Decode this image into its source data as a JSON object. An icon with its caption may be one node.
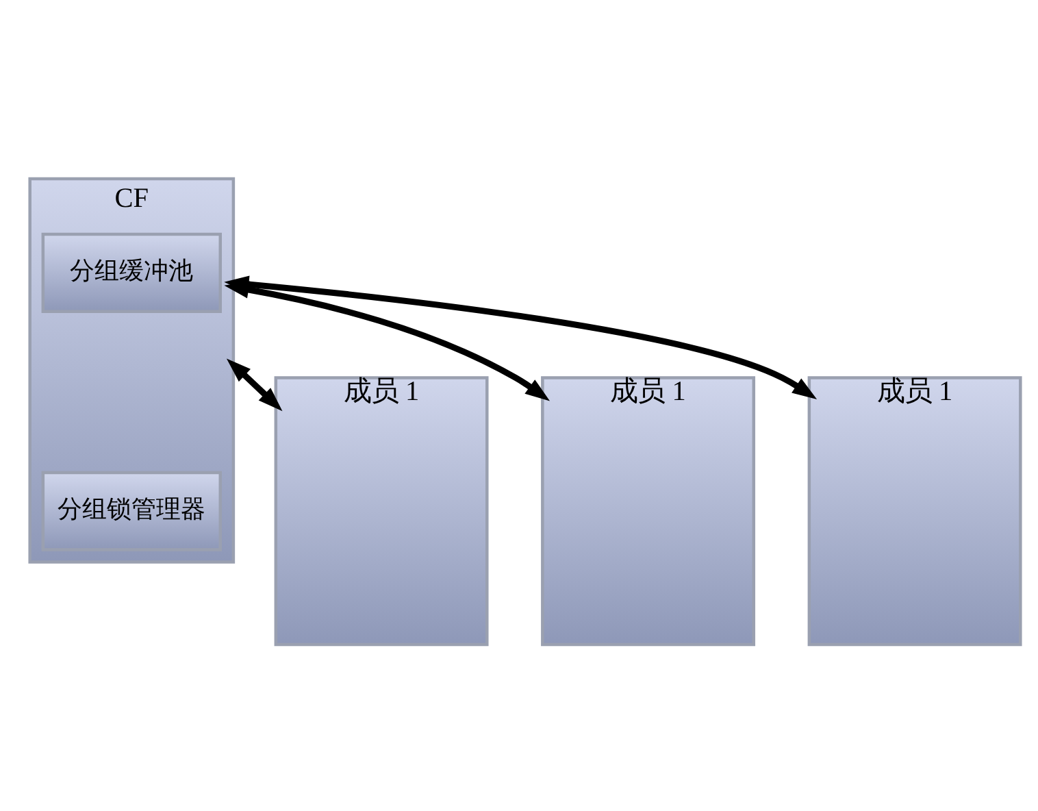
{
  "diagram": {
    "nodes": [
      {
        "text": [
          "成员 1"
        ]
      },
      {
        "text": [
          "成员 1"
        ]
      },
      {
        "text": [
          "成员 1"
        ]
      },
      {
        "text": [
          "CF"
        ]
      },
      {
        "text": [
          "分组缓冲池"
        ],
        "in": 3
      },
      {
        "text": [
          "分组锁管理器"
        ],
        "in": 3
      }
    ],
    "edges": [
      {
        "from": 3,
        "to": 0,
        "arrow": "both"
      },
      {
        "from": 3,
        "to": 1,
        "arrow": "both"
      },
      {
        "from": 3,
        "to": 2,
        "arrow": "both"
      }
    ]
  }
}
